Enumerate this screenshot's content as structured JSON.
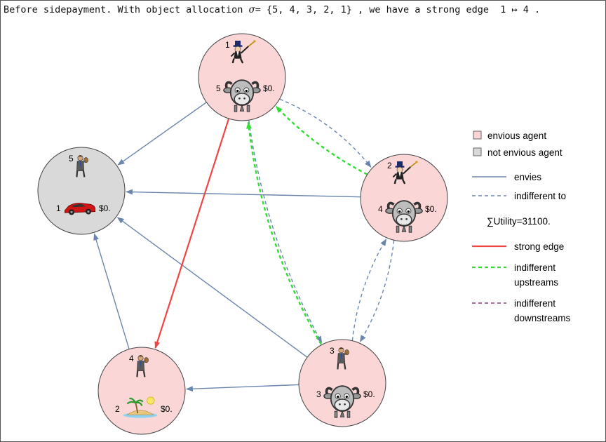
{
  "caption": {
    "prefix": "Before sidepayment. With object allocation ",
    "sigma": "σ",
    "mid": "= {5, 4, 3, 2, 1} , we have a strong edge  1 ↦ 4 ."
  },
  "colors": {
    "envious_fill": "#fbd6d6",
    "not_envious_fill": "#d9d9d9",
    "envies": "#6b86ad",
    "indifferent_to": "#6b86ad",
    "strong_edge": "#f04545",
    "indifferent_upstreams": "#33dd33",
    "indifferent_downstreams": "#9a5b93"
  },
  "nodes": [
    {
      "id": "n1",
      "agent_label": "1",
      "object_label": "5",
      "money": "$0.",
      "agent_icon": "monopoly-man-icon",
      "object_icon": "goat-icon",
      "envious": true
    },
    {
      "id": "n2",
      "agent_label": "2",
      "object_label": "4",
      "money": "$0.",
      "agent_icon": "monopoly-man-icon",
      "object_icon": "goat-icon",
      "envious": true
    },
    {
      "id": "n3",
      "agent_label": "3",
      "object_label": "3",
      "money": "$0.",
      "agent_icon": "businessman-icon",
      "object_icon": "goat-icon",
      "envious": true
    },
    {
      "id": "n4",
      "agent_label": "4",
      "object_label": "2",
      "money": "$0.",
      "agent_icon": "businessman-icon",
      "object_icon": "island-icon",
      "envious": true
    },
    {
      "id": "n5",
      "agent_label": "5",
      "object_label": "1",
      "money": "$0.",
      "agent_icon": "businessman-icon",
      "object_icon": "sports-car-icon",
      "envious": false
    }
  ],
  "edges": [
    {
      "from": "n1",
      "to": "n5",
      "kind": "envies"
    },
    {
      "from": "n2",
      "to": "n5",
      "kind": "envies"
    },
    {
      "from": "n3",
      "to": "n5",
      "kind": "envies"
    },
    {
      "from": "n4",
      "to": "n5",
      "kind": "envies"
    },
    {
      "from": "n3",
      "to": "n4",
      "kind": "envies"
    },
    {
      "from": "n1",
      "to": "n4",
      "kind": "strong_edge"
    },
    {
      "from": "n1",
      "to": "n2",
      "kind": "indifferent_to"
    },
    {
      "from": "n1",
      "to": "n3",
      "kind": "indifferent_to"
    },
    {
      "from": "n2",
      "to": "n3",
      "kind": "indifferent_to"
    },
    {
      "from": "n3",
      "to": "n2",
      "kind": "indifferent_to"
    },
    {
      "from": "n2",
      "to": "n1",
      "kind": "indifferent_upstreams"
    },
    {
      "from": "n3",
      "to": "n1",
      "kind": "indifferent_upstreams"
    }
  ],
  "legend": {
    "envious_agent": "envious agent",
    "not_envious_agent": "not envious agent",
    "envies": "envies",
    "indifferent_to": "indifferent to",
    "utility": "∑Utility=31100.",
    "strong_edge": "strong edge",
    "indifferent_upstreams_1": "indifferent",
    "indifferent_upstreams_2": "upstreams",
    "indifferent_downstreams_1": "indifferent",
    "indifferent_downstreams_2": "downstreams"
  }
}
